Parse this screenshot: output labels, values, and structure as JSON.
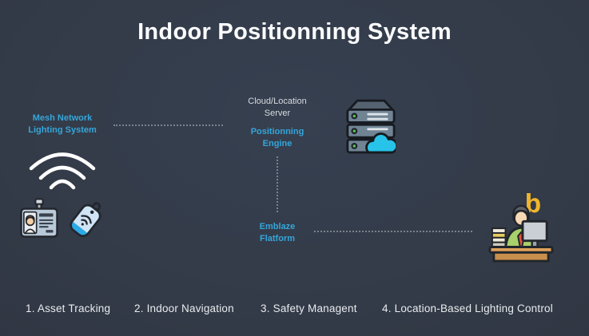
{
  "title": "Indoor Positionning System",
  "diagram": {
    "mesh_network_label": "Mesh Network\nLighting System",
    "cloud_server_label": "Cloud/Location\nServer",
    "positioning_engine_label": "Positionning\nEngine",
    "emblaze_platform_label": "Emblaze\nFlatform",
    "logo_letter": "b"
  },
  "features": [
    "1. Asset Tracking",
    "2. Indoor Navigation",
    "3. Safety Managent",
    "4. Location-Based Lighting Control"
  ],
  "icons": [
    "wifi-icon",
    "id-badge-icon",
    "beacon-tag-icon",
    "server-cloud-icon",
    "person-desk-icon",
    "emblaze-logo"
  ],
  "colors": {
    "background": "#333A47",
    "accent_blue": "#35A6DA",
    "title_white": "#FBFCFE",
    "muted_text": "#D7DBE1",
    "dotted_line": "#8D949E",
    "logo_yellow": "#F1B52C",
    "cloud_cyan": "#27C3E8",
    "led_green": "#57C653"
  }
}
